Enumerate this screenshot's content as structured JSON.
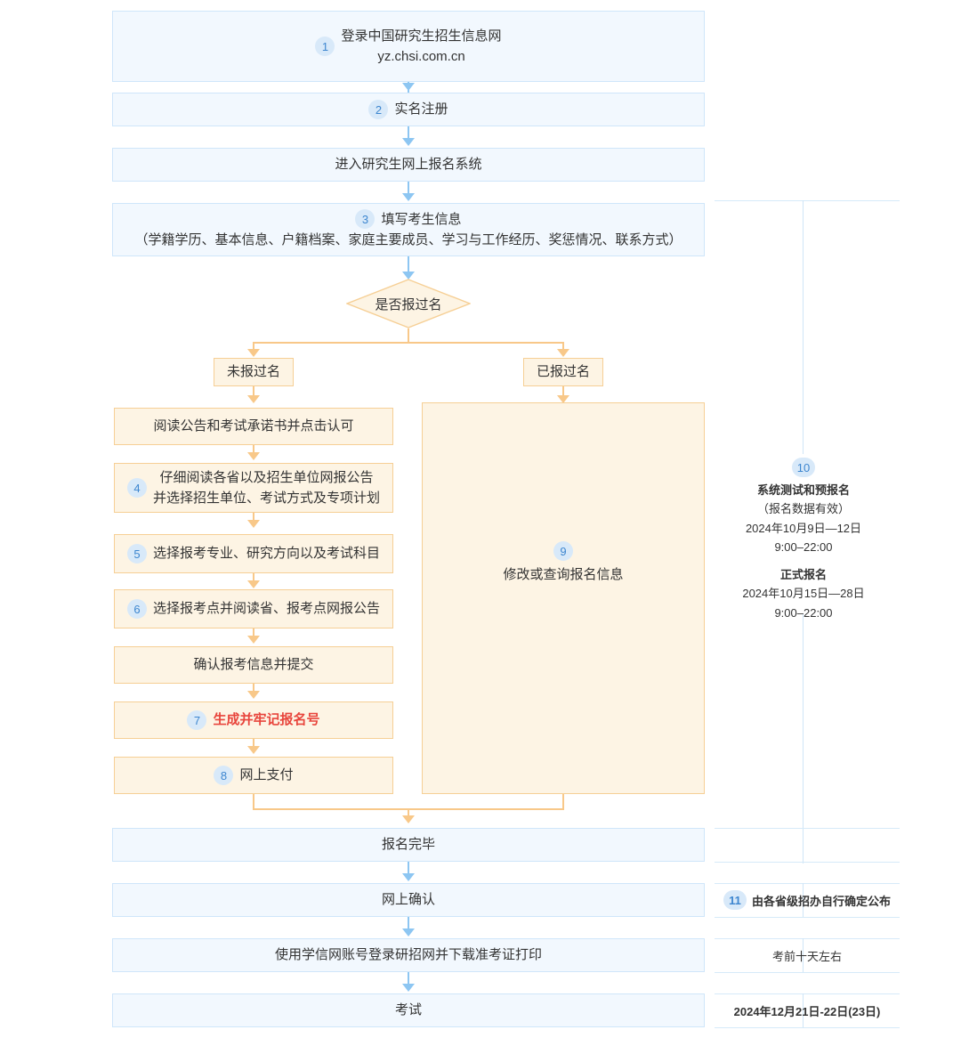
{
  "flow": {
    "step1": {
      "num": "1",
      "line1": "登录中国研究生招生信息网",
      "line2": "yz.chsi.com.cn"
    },
    "step2": {
      "num": "2",
      "label": "实名注册"
    },
    "step_enter": {
      "label": "进入研究生网上报名系统"
    },
    "step3": {
      "num": "3",
      "line1": "填写考生信息",
      "line2": "（学籍学历、基本信息、户籍档案、家庭主要成员、学习与工作经历、奖惩情况、联系方式）"
    },
    "decision": {
      "label": "是否报过名"
    },
    "branch_no": {
      "label": "未报过名"
    },
    "branch_yes": {
      "label": "已报过名"
    },
    "left": {
      "read_notice": {
        "label": "阅读公告和考试承诺书并点击认可"
      },
      "step4": {
        "num": "4",
        "line1": "仔细阅读各省以及招生单位网报公告",
        "line2": "并选择招生单位、考试方式及专项计划"
      },
      "step5": {
        "num": "5",
        "label": "选择报考专业、研究方向以及考试科目"
      },
      "step6": {
        "num": "6",
        "label": "选择报考点并阅读省、报考点网报公告"
      },
      "confirm": {
        "label": "确认报考信息并提交"
      },
      "step7": {
        "num": "7",
        "label": "生成并牢记报名号"
      },
      "step8": {
        "num": "8",
        "label": "网上支付"
      }
    },
    "right_branch": {
      "num": "9",
      "label": "修改或查询报名信息"
    },
    "done": {
      "label": "报名完毕"
    },
    "online_confirm": {
      "label": "网上确认"
    },
    "download_ticket": {
      "label": "使用学信网账号登录研招网并下载准考证打印"
    },
    "exam": {
      "label": "考试"
    }
  },
  "sidebar": {
    "schedule": {
      "num": "10",
      "title_pre": "系统测试和预报名",
      "note_pre": "（报名数据有效）",
      "date_pre": "2024年10月9日—12日",
      "time_pre": "9:00–22:00",
      "title_formal": "正式报名",
      "date_formal": "2024年10月15日—28日",
      "time_formal": "9:00–22:00"
    },
    "confirm_note": {
      "num": "11",
      "label": "由各省级招办自行确定公布"
    },
    "ticket_note": {
      "label": "考前十天左右"
    },
    "exam_note": {
      "label": "2024年12月21日-22日(23日)"
    }
  },
  "colors": {
    "blue_fill": "#f2f8fe",
    "blue_border": "#cfe6fa",
    "orange_fill": "#fdf4e4",
    "orange_border": "#f6cf95",
    "badge_fill": "#d8e9f9",
    "badge_text": "#3d86cf",
    "accent_red": "#e8453c",
    "arrow_blue": "#8dc6f2",
    "arrow_orange": "#f8c889"
  }
}
